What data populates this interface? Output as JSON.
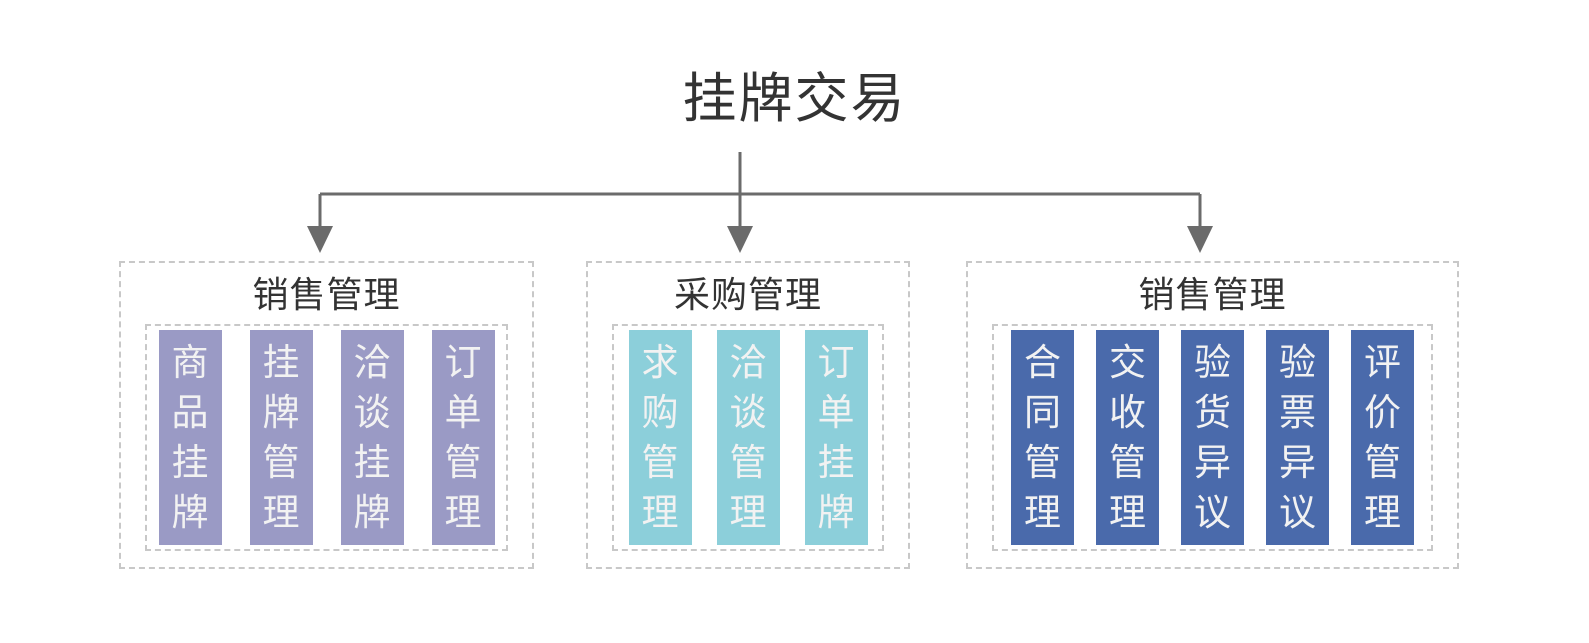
{
  "diagram": {
    "root": {
      "title": "挂牌交易"
    },
    "connector": {
      "color": "#6b6b6b",
      "style": "orthogonal-arrows-down"
    },
    "groups": [
      {
        "id": "sales-management-left",
        "title": "销售管理",
        "color": "#9a9ac5",
        "color_name": "purple",
        "items": [
          {
            "label": "商品挂牌"
          },
          {
            "label": "挂牌管理"
          },
          {
            "label": "洽谈挂牌"
          },
          {
            "label": "订单管理"
          }
        ]
      },
      {
        "id": "purchase-management",
        "title": "采购管理",
        "color": "#8ccfda",
        "color_name": "teal",
        "items": [
          {
            "label": "求购管理"
          },
          {
            "label": "洽谈管理"
          },
          {
            "label": "订单挂牌"
          }
        ]
      },
      {
        "id": "sales-management-right",
        "title": "销售管理",
        "color": "#4a6aab",
        "color_name": "navy",
        "items": [
          {
            "label": "合同管理"
          },
          {
            "label": "交收管理"
          },
          {
            "label": "验货异议"
          },
          {
            "label": "验票异议"
          },
          {
            "label": "评价管理"
          }
        ]
      }
    ]
  }
}
